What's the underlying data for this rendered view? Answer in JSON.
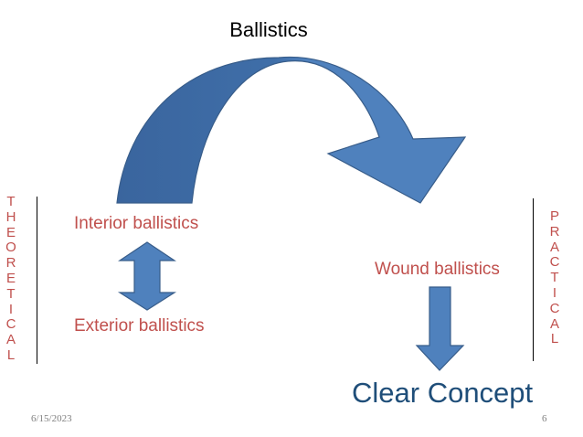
{
  "slide": {
    "title": "Ballistics",
    "left_side": {
      "letters": [
        "T",
        "H",
        "E",
        "O",
        "R",
        "E",
        "T",
        "I",
        "C",
        "A",
        "L"
      ]
    },
    "right_side": {
      "letters": [
        "P",
        "R",
        "A",
        "C",
        "T",
        "I",
        "C",
        "A",
        "L"
      ]
    },
    "labels": {
      "interior": "Interior ballistics",
      "exterior": "Exterior ballistics",
      "wound": "Wound ballistics",
      "concept": "Clear Concept"
    },
    "footer": {
      "date": "6/15/2023",
      "page": "6"
    },
    "colors": {
      "arrow_fill": "#4f81bd",
      "arrow_dark": "#3a659e",
      "arrow_stroke": "#385d8a",
      "label_red": "#c0504d",
      "concept_blue": "#1f4e79"
    }
  }
}
